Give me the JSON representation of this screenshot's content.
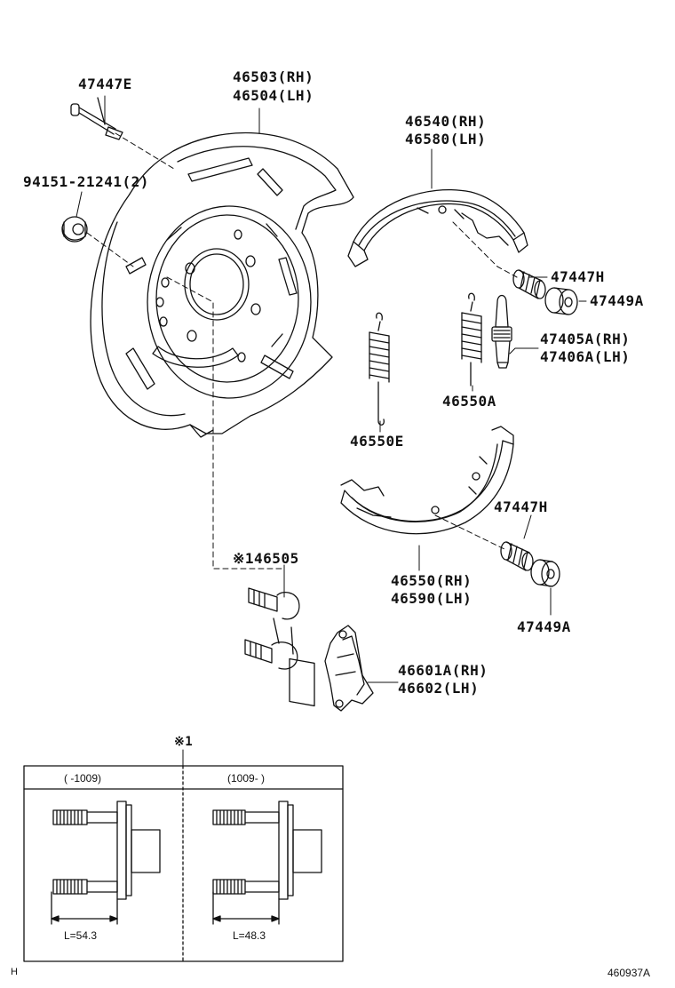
{
  "callouts": {
    "bolt": "47447E",
    "backing_plate_rh": "46503(RH)",
    "backing_plate_lh": "46504(LH)",
    "nut": "94151-21241(2)",
    "shoe_upper_rh": "46540(RH)",
    "shoe_upper_lh": "46580(LH)",
    "spring_h_upper": "47447H",
    "cup_upper": "47449A",
    "adjuster_rh": "47405A(RH)",
    "adjuster_lh": "47406A(LH)",
    "spring_a": "46550A",
    "spring_e": "46550E",
    "spring_h_lower": "47447H",
    "shoe_lower_rh": "46550(RH)",
    "shoe_lower_lh": "46590(LH)",
    "cup_lower": "47449A",
    "hub_bolt": "※146505",
    "lever_rh": "46601A(RH)",
    "lever_lh": "46602(LH)"
  },
  "inset": {
    "marker": "※1",
    "left_header": "(    -1009)",
    "right_header": "(1009-    )",
    "left_length": "L=54.3",
    "right_length": "L=48.3"
  },
  "footer": {
    "left_code": "H",
    "drawing_number": "460937A"
  }
}
